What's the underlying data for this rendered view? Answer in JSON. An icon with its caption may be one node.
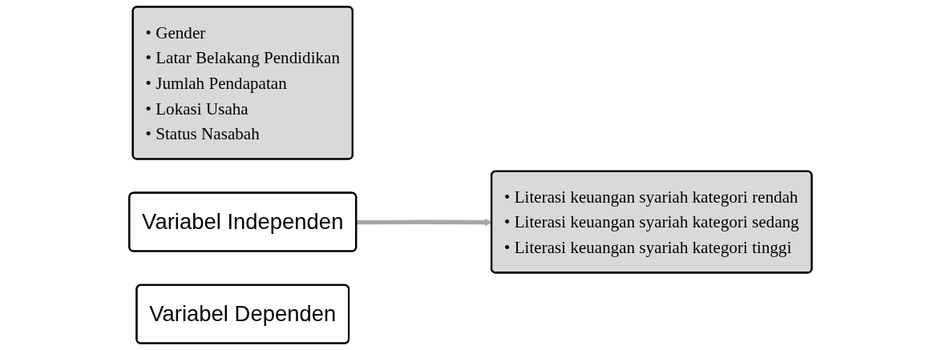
{
  "diagram": {
    "nodes": [
      {
        "text": [
          "• Gender",
          "• Latar Belakang Pendidikan",
          "• Jumlah Pendapatan",
          "• Lokasi Usaha",
          "• Status Nasabah"
        ]
      },
      {
        "text": [
          "Variabel Independen"
        ]
      },
      {
        "text": [
          "• Literasi keuangan syariah kategori rendah",
          "• Literasi keuangan syariah kategori sedang",
          "• Literasi keuangan syariah kategori tinggi"
        ]
      },
      {
        "text": [
          "Variabel Dependen"
        ]
      }
    ],
    "edges": [
      {
        "from": 1,
        "to": 2,
        "arrow": "to"
      }
    ]
  }
}
